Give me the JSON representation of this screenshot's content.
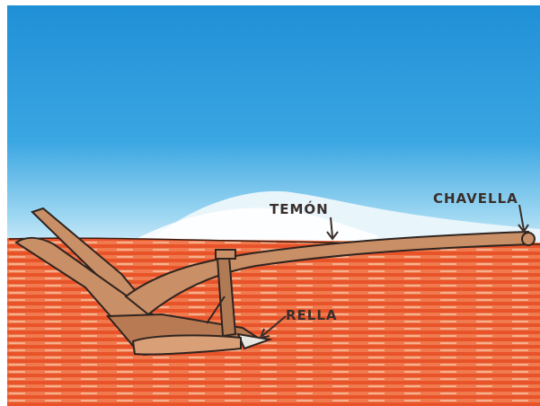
{
  "colors": {
    "sky": "#2f9fe0",
    "sky_light": "#8fd3f2",
    "soil": "#e8532a",
    "soil_light": "#f4a07c",
    "wood": "#c98f66",
    "wood_dark": "#7a4a2e",
    "outline": "#2e2420",
    "blade": "#e8e6e0"
  },
  "labels": {
    "temon": "TEMÓN",
    "chavella": "CHAVELLA",
    "rella": "RELLA"
  }
}
